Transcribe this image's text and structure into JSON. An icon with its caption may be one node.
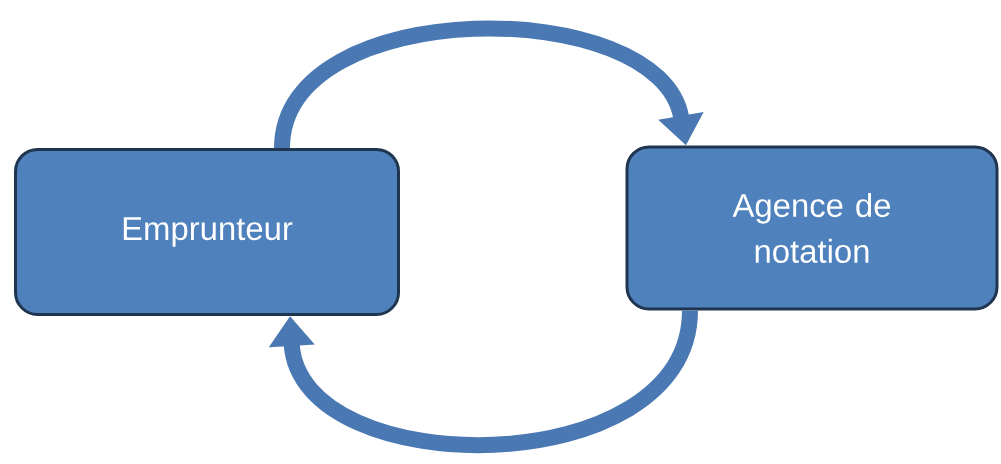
{
  "diagram": {
    "nodes": [
      {
        "text": [
          "Emprunteur"
        ]
      },
      {
        "text": [
          "Agence de notation"
        ]
      }
    ],
    "edges": [
      {
        "from": 0,
        "to": 1,
        "arrow": "to"
      },
      {
        "from": 1,
        "to": 0,
        "arrow": "to"
      }
    ]
  }
}
